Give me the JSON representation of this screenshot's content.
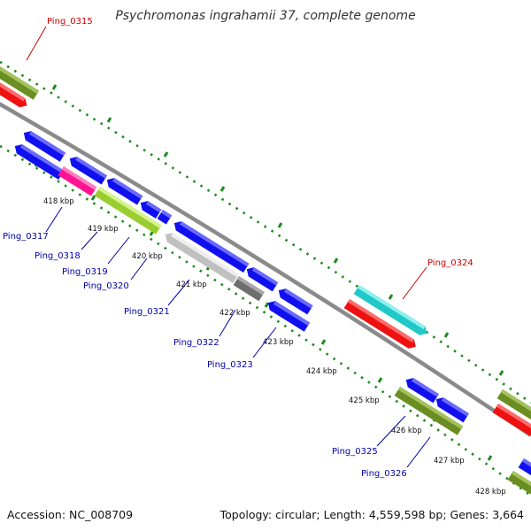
{
  "title": "Psychromonas ingrahamii 37, complete genome",
  "footer": {
    "accession": "Accession: NC_008709",
    "summary": "Topology: circular; Length: 4,559,598 bp; Genes: 3,664"
  },
  "colors": {
    "backbone": "#8a8a8a",
    "tick_dots": "#1e8a1e",
    "label_blue": "#0000aa",
    "label_red": "#cc0000",
    "gene_blue": "#1010ee",
    "gene_red": "#ee1111",
    "gene_olive": "#6b8e23",
    "gene_pink": "#ff1493",
    "gene_lime": "#9acd32",
    "gene_silver": "#c0c0c0",
    "gene_gray": "#6e6e6e",
    "gene_cyan": "#20c8c8"
  },
  "ticks": [
    "418 kbp",
    "419 kbp",
    "420 kbp",
    "421 kbp",
    "422 kbp",
    "423 kbp",
    "424 kbp",
    "425 kbp",
    "426 kbp",
    "427 kbp",
    "428 kbp"
  ],
  "gene_labels": [
    {
      "name": "Ping_0315",
      "color": "red"
    },
    {
      "name": "Ping_0317",
      "color": "blue"
    },
    {
      "name": "Ping_0318",
      "color": "blue"
    },
    {
      "name": "Ping_0319",
      "color": "blue"
    },
    {
      "name": "Ping_0320",
      "color": "blue"
    },
    {
      "name": "Ping_0321",
      "color": "blue"
    },
    {
      "name": "Ping_0322",
      "color": "blue"
    },
    {
      "name": "Ping_0323",
      "color": "blue"
    },
    {
      "name": "Ping_0324",
      "color": "red"
    },
    {
      "name": "Ping_0325",
      "color": "blue"
    },
    {
      "name": "Ping_0326",
      "color": "blue"
    }
  ]
}
